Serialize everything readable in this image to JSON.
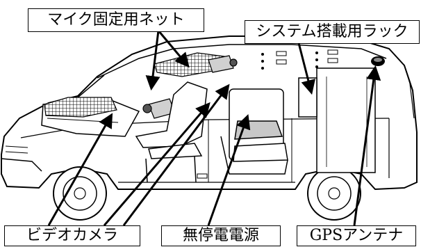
{
  "labels": {
    "mic_net": "マイク固定用ネット",
    "system_rack": "システム搭載用ラック",
    "video_camera": "ビデオカメラ",
    "ups": "無停電電源",
    "gps_antenna": "GPSアンテナ"
  },
  "colors": {
    "line": "#000000",
    "background": "#ffffff",
    "shade": "#c8c8c8"
  }
}
